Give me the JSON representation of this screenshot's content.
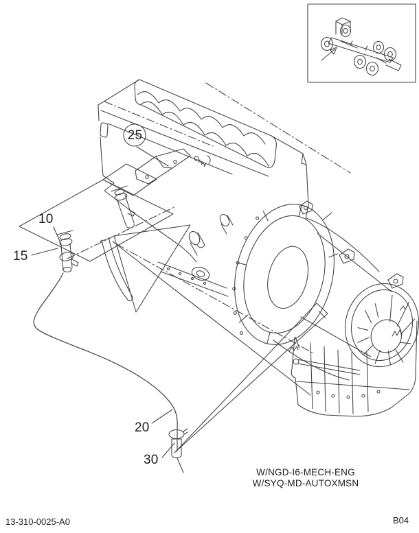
{
  "labels": {
    "item10": "10",
    "item15": "15",
    "item20": "20",
    "item25": "25",
    "item30": "30"
  },
  "caption": {
    "line1": "W/NGD-I6-MECH-ENG",
    "line2": "W/SYQ-MD-AUTOXMSN"
  },
  "footer": {
    "doc_number": "13-310-0025-A0",
    "page_code": "B04"
  },
  "highlight": {
    "highlighted_item": "25",
    "color": "#c0d730"
  },
  "art": {
    "line_color": "#454545"
  }
}
